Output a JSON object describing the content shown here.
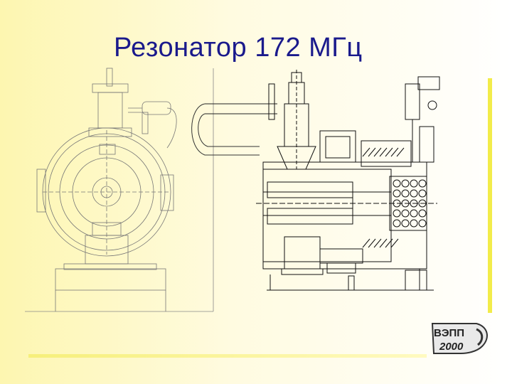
{
  "slide": {
    "title": "Резонатор 172 МГц",
    "logo": {
      "text_top": "ВЭПП",
      "text_bottom": "2000",
      "icon": "logo-seal-icon"
    },
    "figure": {
      "icon": "resonator-technical-drawing-icon"
    }
  }
}
